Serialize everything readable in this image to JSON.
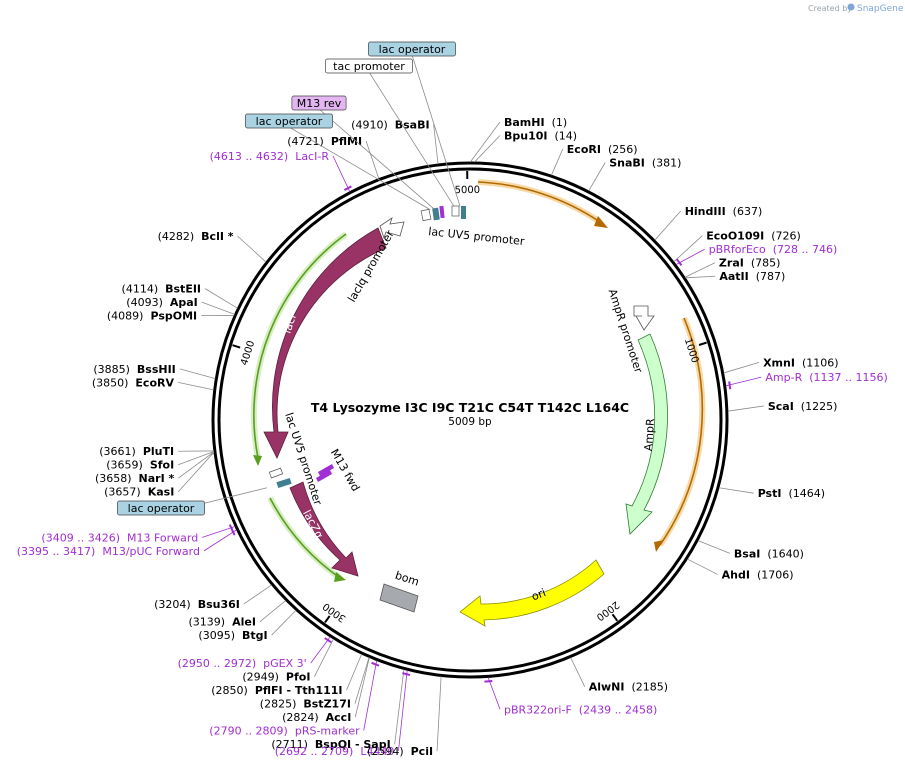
{
  "credit": {
    "created_by": "Created by",
    "brand": "SnapGene"
  },
  "plasmid": {
    "name": "T4 Lysozyme I3C I9C T21C C54T T142C L164C",
    "length_label": "5009 bp",
    "length": 5009
  },
  "ticks": [
    {
      "bp": 1000,
      "label": "1000"
    },
    {
      "bp": 2000,
      "label": "2000"
    },
    {
      "bp": 3000,
      "label": "3000"
    },
    {
      "bp": 4000,
      "label": "4000"
    },
    {
      "bp": 5000,
      "label": "5000"
    }
  ],
  "sites": [
    {
      "name": "BamHI",
      "pos": "(1)",
      "bp": 1,
      "side": "right"
    },
    {
      "name": "Bpu10I",
      "pos": "(14)",
      "bp": 14,
      "side": "right"
    },
    {
      "name": "EcoRI",
      "pos": "(256)",
      "bp": 256,
      "side": "right"
    },
    {
      "name": "SnaBI",
      "pos": "(381)",
      "bp": 381,
      "side": "right"
    },
    {
      "name": "HindIII",
      "pos": "(637)",
      "bp": 637,
      "side": "right"
    },
    {
      "name": "EcoO109I",
      "pos": "(726)",
      "bp": 726,
      "side": "right"
    },
    {
      "name": "ZraI",
      "pos": "(785)",
      "bp": 785,
      "side": "right"
    },
    {
      "name": "AatII",
      "pos": "(787)",
      "bp": 787,
      "side": "right"
    },
    {
      "name": "XmnI",
      "pos": "(1106)",
      "bp": 1106,
      "side": "right"
    },
    {
      "name": "ScaI",
      "pos": "(1225)",
      "bp": 1225,
      "side": "right"
    },
    {
      "name": "PstI",
      "pos": "(1464)",
      "bp": 1464,
      "side": "right"
    },
    {
      "name": "BsaI",
      "pos": "(1640)",
      "bp": 1640,
      "side": "right"
    },
    {
      "name": "AhdI",
      "pos": "(1706)",
      "bp": 1706,
      "side": "right"
    },
    {
      "name": "AlwNI",
      "pos": "(2185)",
      "bp": 2185,
      "side": "right"
    },
    {
      "name": "PciI",
      "pos": "(2594)",
      "bp": 2594,
      "side": "left"
    },
    {
      "name": "BspQI - SapI",
      "pos": "(2711)",
      "bp": 2711,
      "side": "left"
    },
    {
      "name": "AccI",
      "pos": "(2824)",
      "bp": 2824,
      "side": "left"
    },
    {
      "name": "BstZ17I",
      "pos": "(2825)",
      "bp": 2825,
      "side": "left"
    },
    {
      "name": "PflFI - Tth111I",
      "pos": "(2850)",
      "bp": 2850,
      "side": "left"
    },
    {
      "name": "PfoI",
      "pos": "(2949)",
      "bp": 2949,
      "side": "left"
    },
    {
      "name": "BtgI",
      "pos": "(3095)",
      "bp": 3095,
      "side": "left"
    },
    {
      "name": "AleI",
      "pos": "(3139)",
      "bp": 3139,
      "side": "left"
    },
    {
      "name": "Bsu36I",
      "pos": "(3204)",
      "bp": 3204,
      "side": "left"
    },
    {
      "name": "KasI",
      "pos": "(3657)",
      "bp": 3657,
      "side": "left"
    },
    {
      "name": "NarI *",
      "pos": "(3658)",
      "bp": 3658,
      "side": "left"
    },
    {
      "name": "SfoI",
      "pos": "(3659)",
      "bp": 3659,
      "side": "left"
    },
    {
      "name": "PluTI",
      "pos": "(3661)",
      "bp": 3661,
      "side": "left"
    },
    {
      "name": "EcoRV",
      "pos": "(3850)",
      "bp": 3850,
      "side": "left"
    },
    {
      "name": "BssHII",
      "pos": "(3885)",
      "bp": 3885,
      "side": "left"
    },
    {
      "name": "PspOMI",
      "pos": "(4089)",
      "bp": 4089,
      "side": "left"
    },
    {
      "name": "ApaI",
      "pos": "(4093)",
      "bp": 4093,
      "side": "left"
    },
    {
      "name": "BstEII",
      "pos": "(4114)",
      "bp": 4114,
      "side": "left"
    },
    {
      "name": "BclI *",
      "pos": "(4282)",
      "bp": 4282,
      "side": "left"
    },
    {
      "name": "PflMI",
      "pos": "(4721)",
      "bp": 4721,
      "side": "left"
    },
    {
      "name": "BsaBI",
      "pos": "(4910)",
      "bp": 4910,
      "side": "left"
    }
  ],
  "primers": [
    {
      "name": "pBRforEco",
      "range": "(728 .. 746)",
      "start": 728,
      "end": 746,
      "side": "right"
    },
    {
      "name": "Amp-R",
      "range": "(1137 .. 1156)",
      "start": 1137,
      "end": 1156,
      "side": "right"
    },
    {
      "name": "pBR322ori-F",
      "range": "(2439 .. 2458)",
      "start": 2439,
      "end": 2458,
      "side": "right"
    },
    {
      "name": "L4440",
      "range": "(2692 .. 2709)",
      "start": 2692,
      "end": 2709,
      "side": "left"
    },
    {
      "name": "pRS-marker",
      "range": "(2790 .. 2809)",
      "start": 2790,
      "end": 2809,
      "side": "left"
    },
    {
      "name": "pGEX 3'",
      "range": "(2950 .. 2972)",
      "start": 2950,
      "end": 2972,
      "side": "left"
    },
    {
      "name": "M13/pUC Forward",
      "range": "(3395 .. 3417)",
      "start": 3395,
      "end": 3417,
      "side": "left"
    },
    {
      "name": "M13 Forward",
      "range": "(3409 .. 3426)",
      "start": 3409,
      "end": 3426,
      "side": "left"
    },
    {
      "name": "LacI-R",
      "range": "(4613 .. 4632)",
      "start": 4613,
      "end": 4632,
      "side": "left"
    }
  ],
  "boxed_labels": [
    {
      "text": "lac operator",
      "color": "#a9d3e3",
      "bp": 4972
    },
    {
      "text": "tac promoter",
      "color": "#ffffff",
      "bp": 4950
    },
    {
      "text": "M13 rev",
      "color": "#e3b6f2",
      "bp": 4875
    },
    {
      "text": "lac operator",
      "color": "#a9d3e3",
      "bp": 4860
    },
    {
      "text": "lac operator",
      "color": "#a9d3e3",
      "bp": 3500
    }
  ],
  "features": [
    {
      "label": "lac UV5 promoter",
      "color": "#ffffff"
    },
    {
      "label": "lacIq promoter",
      "color": "#ffffff"
    },
    {
      "label": "lacI",
      "color": "#993366"
    },
    {
      "label": "lac UV5 promoter",
      "color": "#ffffff"
    },
    {
      "label": "M13 fwd",
      "color": "#a12ed3"
    },
    {
      "label": "lacZα",
      "color": "#993366"
    },
    {
      "label": "bom",
      "color": "#a6a9ad"
    },
    {
      "label": "ori",
      "color": "#ffff00"
    },
    {
      "label": "AmpR",
      "color": "#ccffcc"
    },
    {
      "label": "AmpR promoter",
      "color": "#ffffff"
    }
  ],
  "colors": {
    "backbone": "#000000",
    "primer": "#a12ed3",
    "orf_orange": "#f0b35e",
    "orf_green": "#8bc34a",
    "lacI": "#993366",
    "ampr": "#ccffcc",
    "ori": "#ffff00",
    "bom": "#a6a9ad",
    "operator": "#3f7f91"
  }
}
